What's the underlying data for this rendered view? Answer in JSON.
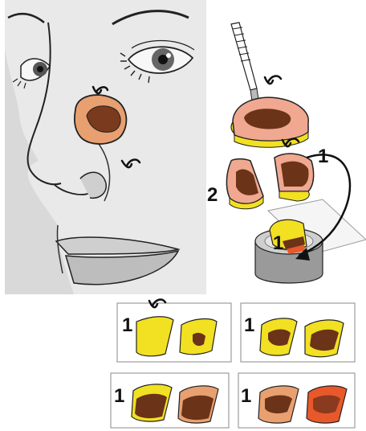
{
  "labels": {
    "tissue_piece_1": "1",
    "tissue_piece_2": "2",
    "frozen_block": "1",
    "panel_1": "1",
    "panel_2": "1",
    "panel_3": "1",
    "panel_4": "1"
  },
  "colors": {
    "skin": "#e6e6e6",
    "outline": "#222222",
    "tumor_outer": "#e8a070",
    "tumor_inner": "#7a3a1e",
    "tissue_pink": "#f0a890",
    "tissue_brown": "#6b3318",
    "ink_yellow": "#f2e022",
    "ink_red": "#e8582a",
    "panel_border": "#888888",
    "cryostat_disk": "#c8c8c8"
  },
  "icons": [
    "suture-marker-icon",
    "scalpel-icon",
    "transfer-arrow-icon",
    "glass-slide-icon",
    "cryostat-chuck-icon"
  ]
}
